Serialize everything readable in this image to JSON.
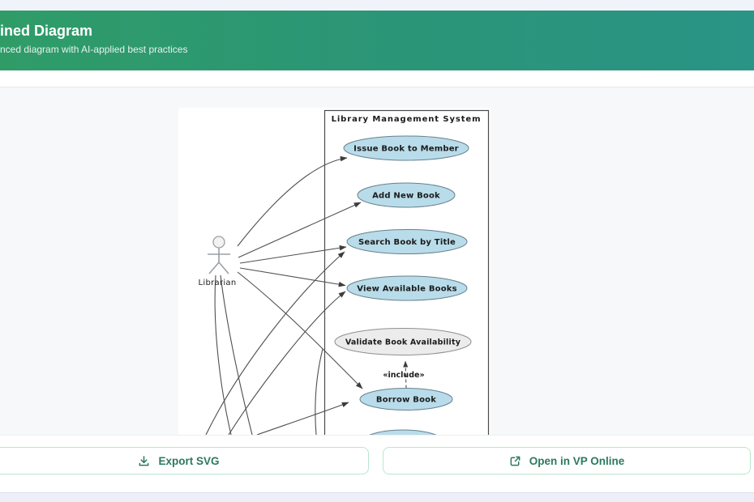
{
  "header": {
    "title": "ined Diagram",
    "subtitle": "nced diagram with AI-applied best practices"
  },
  "diagram": {
    "system_title": "Library Management System",
    "actor": {
      "label": "Librarian"
    },
    "use_cases": [
      {
        "label": "Issue Book to Member",
        "fill": "#b9dcea"
      },
      {
        "label": "Add New Book",
        "fill": "#b9dcea"
      },
      {
        "label": "Search Book by Title",
        "fill": "#b9dcea"
      },
      {
        "label": "View Available Books",
        "fill": "#b9dcea"
      },
      {
        "label": "Validate Book Availability",
        "fill": "#ececec"
      },
      {
        "label": "Borrow Book",
        "fill": "#b9dcea"
      }
    ],
    "include_label": "«include»"
  },
  "actions": {
    "export_svg": {
      "label": "Export SVG",
      "icon": "download-icon"
    },
    "open_vp": {
      "label": "Open in VP Online",
      "icon": "external-link-icon"
    }
  },
  "colors": {
    "header_gradient_start": "#2f9c68",
    "header_gradient_end": "#2a9486",
    "button_text": "#2c7a5e",
    "button_border": "#b8e7cf",
    "usecase_fill": "#b9dcea",
    "included_usecase_fill": "#ececec",
    "page_background": "#f7f8fa"
  }
}
